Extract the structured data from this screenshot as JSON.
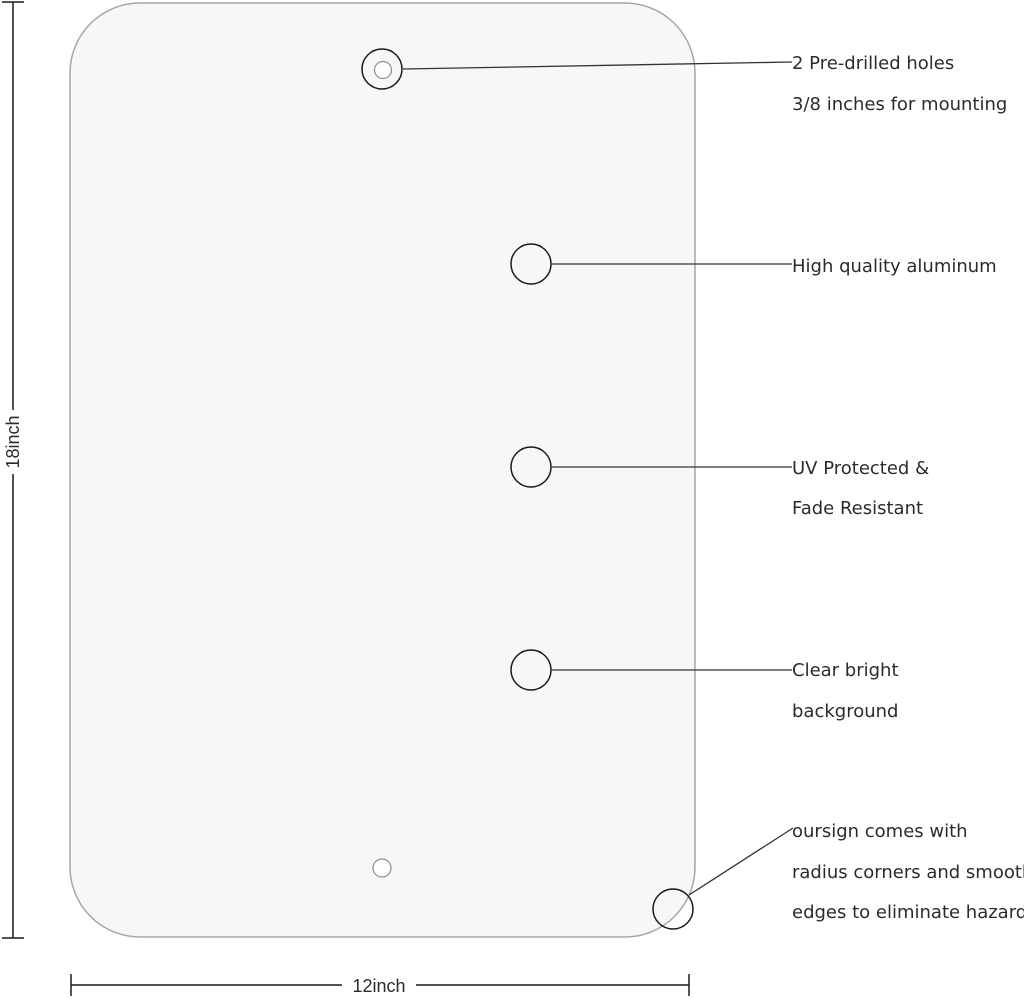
{
  "dimensions": {
    "height_label": "18inch",
    "width_label": "12inch"
  },
  "callouts": {
    "mounting_holes": {
      "line1": "2 Pre-drilled holes",
      "line2": "3/8 inches for mounting"
    },
    "material": {
      "line1": "High quality aluminum"
    },
    "uv": {
      "line1": "UV Protected &",
      "line2": "Fade Resistant"
    },
    "background": {
      "line1": "Clear bright",
      "line2": "background"
    },
    "corners": {
      "line1": "oursign comes with",
      "line2": "radius corners and smooth",
      "line3": "edges to eliminate hazard"
    }
  },
  "colors": {
    "sign_fill": "#f7f7f7",
    "sign_stroke": "#a6a6a6",
    "line": "#1a1a1a",
    "text": "#2b2b2b"
  }
}
